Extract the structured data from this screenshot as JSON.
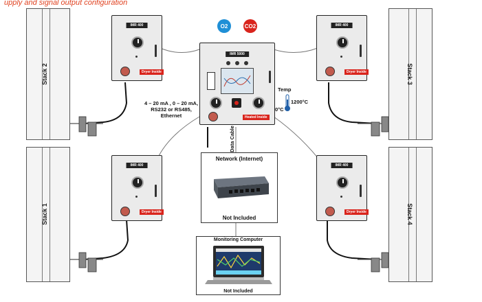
{
  "header": {
    "caption_fragment": "upply and signal output configuration"
  },
  "stacks": [
    {
      "id": "stack-2",
      "label": "Stack 2"
    },
    {
      "id": "stack-1",
      "label": "Stack 1"
    },
    {
      "id": "stack-3",
      "label": "Stack 3"
    },
    {
      "id": "stack-4",
      "label": "Stack 4"
    }
  ],
  "analyzer_units": {
    "model_label": "IMR 400",
    "badge_label": "Dryer Inside"
  },
  "central_unit": {
    "model_label": "IMR 5000",
    "badge_label": "Heated Inside"
  },
  "gas_badges": [
    {
      "label": "O2",
      "color": "#1f8fd6"
    },
    {
      "label": "CO2",
      "color": "#d9241c"
    }
  ],
  "signals": {
    "line1": "4 – 20 mA , 0 – 20 mA,",
    "line2": "RS232 or RS485,",
    "line3": "Ethernet"
  },
  "temperature": {
    "title": "Temp",
    "low": "0°C",
    "high": "1200°C"
  },
  "data_cable_label": "Data Cable",
  "network": {
    "title": "Network (Internet)",
    "footer": "Not Included"
  },
  "computer": {
    "title": "Monitoring Computer",
    "footer": "Not Included"
  },
  "colors": {
    "caption": "#e0411f",
    "alarm_red": "#d9241c",
    "o2_blue": "#1f8fd6"
  }
}
